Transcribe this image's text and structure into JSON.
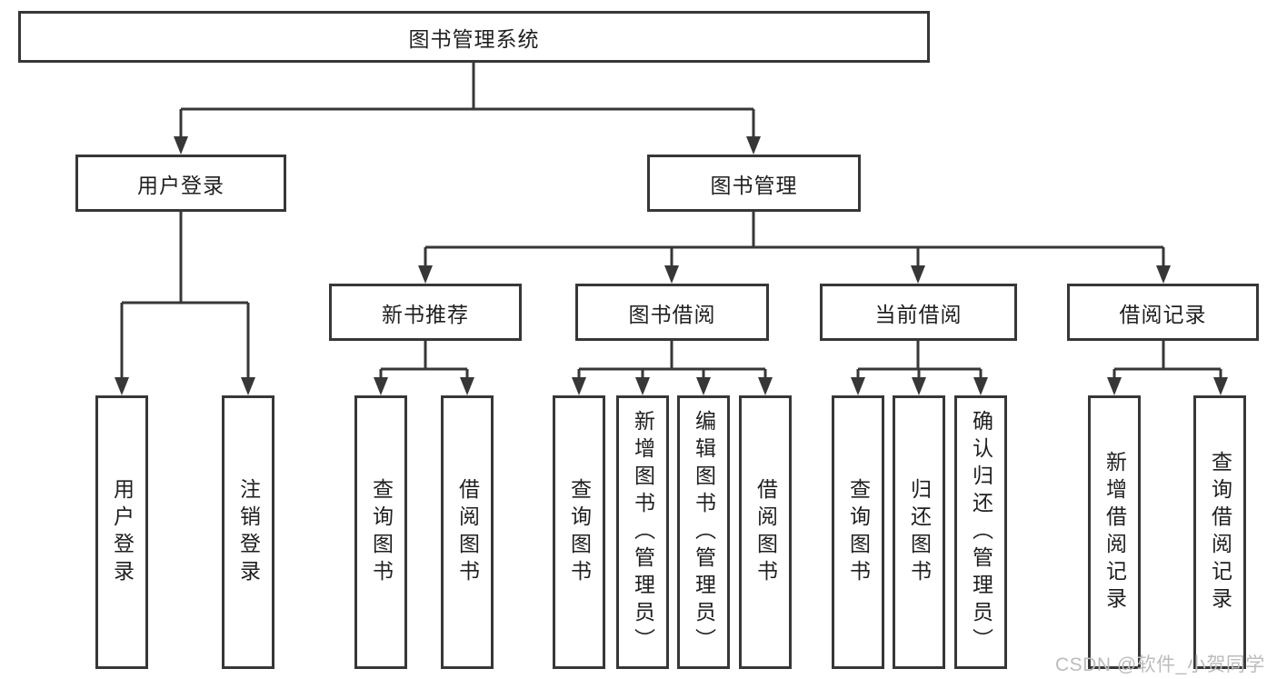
{
  "diagram": {
    "root": {
      "label": "图书管理系统"
    },
    "branches": [
      {
        "label": "用户登录",
        "children": [
          {
            "label": "用户登录"
          },
          {
            "label": "注销登录"
          }
        ]
      },
      {
        "label": "图书管理",
        "children": [
          {
            "label": "新书推荐",
            "children": [
              {
                "label": "查询图书"
              },
              {
                "label": "借阅图书"
              }
            ]
          },
          {
            "label": "图书借阅",
            "children": [
              {
                "label": "查询图书"
              },
              {
                "label": "新增图书（管理员）"
              },
              {
                "label": "编辑图书（管理员）"
              },
              {
                "label": "借阅图书"
              }
            ]
          },
          {
            "label": "当前借阅",
            "children": [
              {
                "label": "查询图书"
              },
              {
                "label": "归还图书"
              },
              {
                "label": "确认归还（管理员）"
              }
            ]
          },
          {
            "label": "借阅记录",
            "children": [
              {
                "label": "新增借阅记录"
              },
              {
                "label": "查询借阅记录"
              }
            ]
          }
        ]
      }
    ]
  },
  "watermark": "CSDN @软件_小贺同学",
  "colors": {
    "line": "#373737",
    "text": "#1f1f1f",
    "background": "#ffffff",
    "watermark": "#bcbcbc"
  }
}
